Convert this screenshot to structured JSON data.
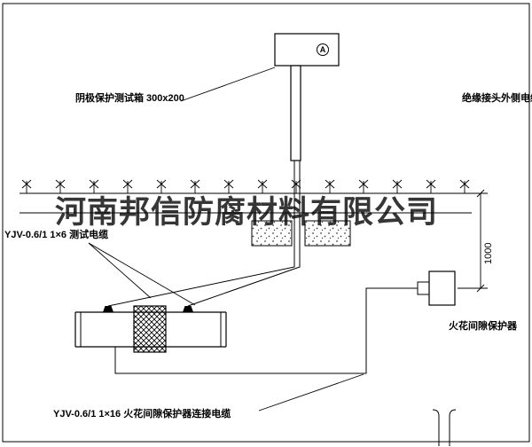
{
  "watermark": {
    "text": "河南邦信防腐材料有限公司"
  },
  "device": {
    "meter_symbol": "A"
  },
  "labels": {
    "test_box": "阴极保护测试箱 300x200",
    "insulated_joint_cable": "绝缘接头外侧电缆",
    "test_cable": "YJV-0.6/1 1×6  测试电缆",
    "spark_gap_protector": "火花间隙保护器",
    "connection_cable": "YJV-0.6/1 1×16  火花间隙保护器连接电缆"
  },
  "dimensions": {
    "burial_depth": "1000"
  },
  "colors": {
    "line": "#000000",
    "background": "#ffffff",
    "watermark": "rgba(10,10,10,0.82)"
  }
}
